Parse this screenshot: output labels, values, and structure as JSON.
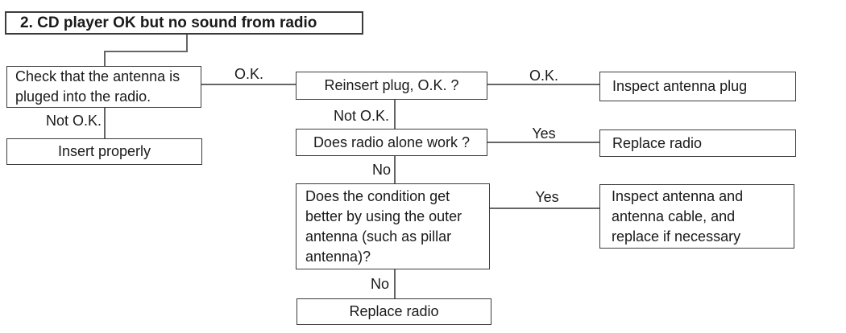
{
  "title": "2. CD player OK but no sound from radio",
  "flowchart": {
    "nodes": {
      "check_antenna": "Check that the antenna is\npluged into the radio.",
      "insert_properly": "Insert properly",
      "reinsert_plug": "Reinsert plug, O.K. ?",
      "inspect_antenna_plug": "Inspect antenna plug",
      "does_radio_alone_work": "Does radio alone work ?",
      "replace_radio_1": "Replace radio",
      "outer_antenna_question": "Does the condition get\nbetter by using the outer\nantenna (such as pillar\nantenna)?",
      "inspect_antenna_cable": "Inspect antenna and\nantenna cable, and\nreplace if necessary",
      "replace_radio_2": "Replace radio"
    },
    "edge_labels": {
      "ok_1": "O.K.",
      "ok_2": "O.K.",
      "not_ok_1": "Not O.K.",
      "not_ok_2": "Not O.K.",
      "yes_1": "Yes",
      "yes_2": "Yes",
      "no_1": "No",
      "no_2": "No"
    },
    "colors": {
      "box_border": "#3c3c3c",
      "connector_line": "#666666",
      "text": "#1a1a1a",
      "background": "#ffffff"
    }
  }
}
